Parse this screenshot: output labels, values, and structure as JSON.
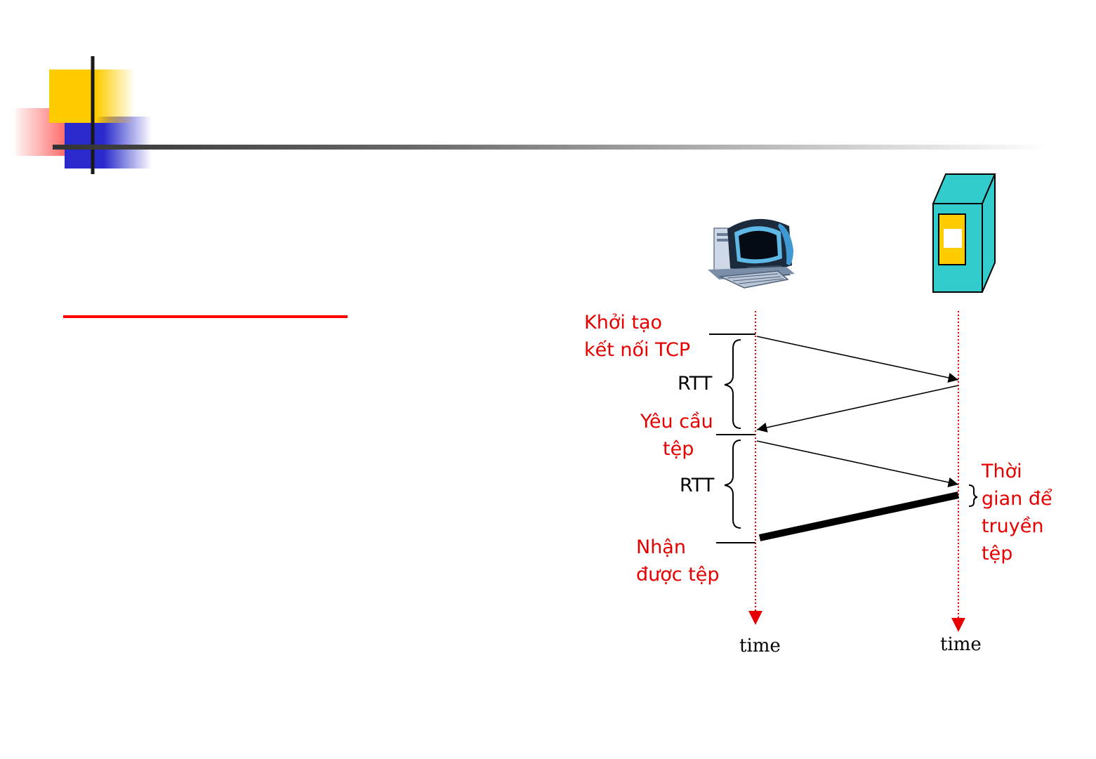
{
  "colors": {
    "accent_yellow": "#ffcc00",
    "accent_red": "#ff3333",
    "accent_blue": "#2a2acc",
    "label_red": "#e60000",
    "server_teal": "#33cccc",
    "server_panel": "#ffcc00"
  },
  "icons": {
    "client": "desktop-computer-icon",
    "server": "server-tower-icon"
  },
  "diagram": {
    "labels": {
      "init_line1": "Khởi tạo",
      "init_line2": "kết nối TCP",
      "rtt1": "RTT",
      "request_line1": "Yêu cầu",
      "request_line2": "tệp",
      "rtt2": "RTT",
      "received_line1": "Nhận",
      "received_line2": "được tệp",
      "transmit_line1": "Thời",
      "transmit_line2": "gian để",
      "transmit_line3": "truyền",
      "transmit_line4": "tệp"
    },
    "time_client": "time",
    "time_server": "time"
  }
}
